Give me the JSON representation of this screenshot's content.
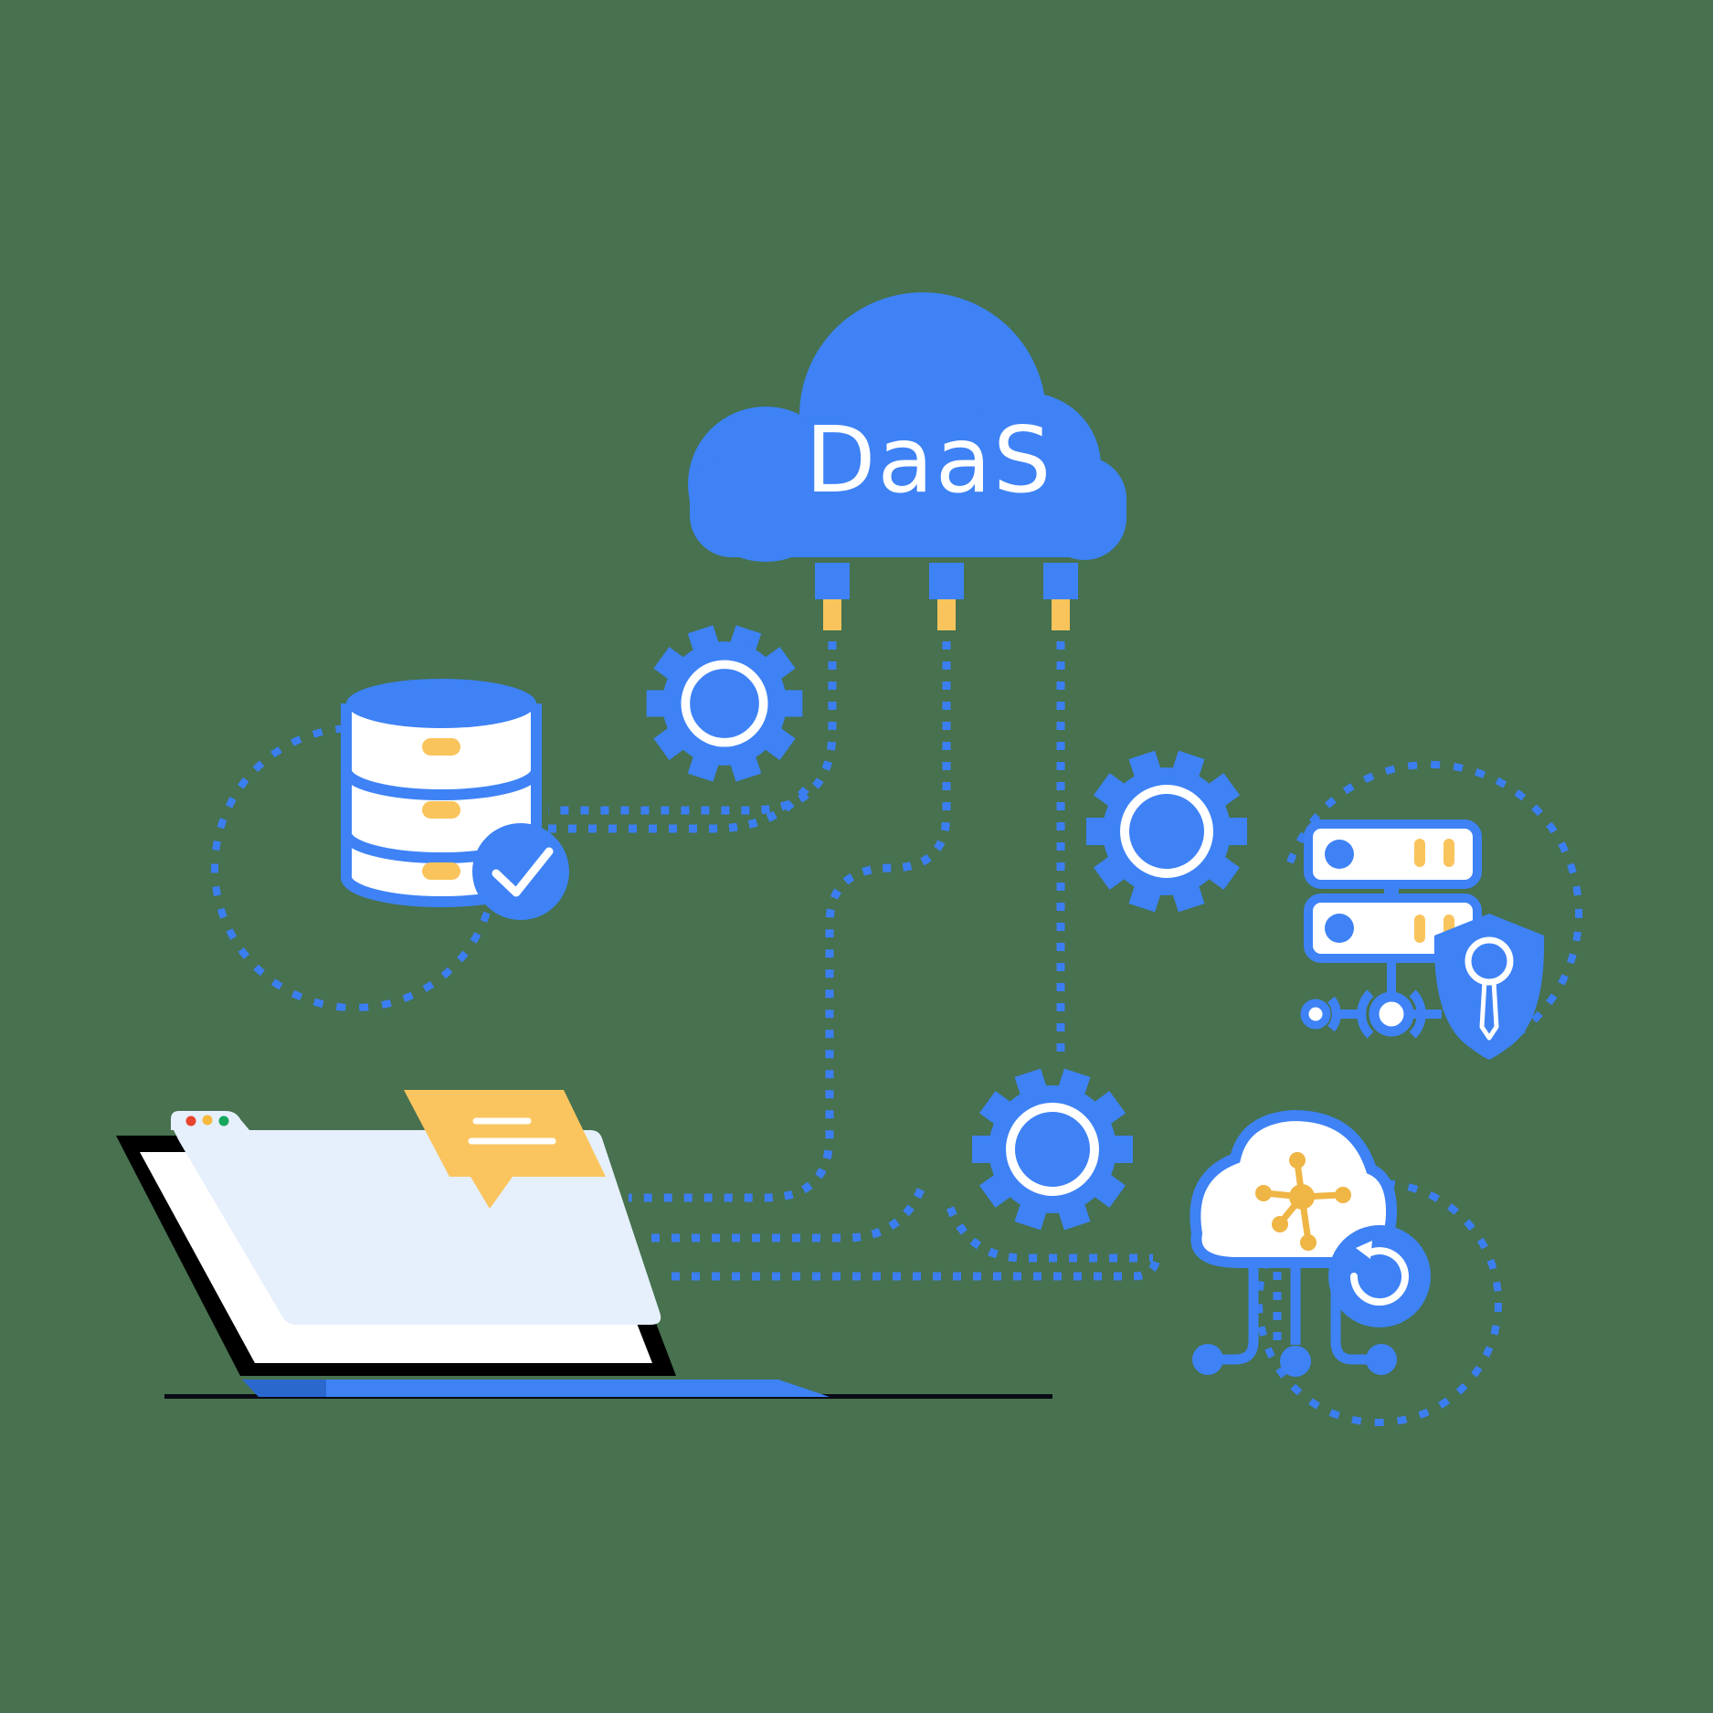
{
  "illustration": {
    "title": "DaaS",
    "description": "Data-as-a-Service concept illustration: cloud labeled DaaS with three plug connectors feeding dotted circuit lines to a database with checkmark, gears, a secured server rack with shield and key, a sync cloud with network hub and refresh arrow, and a laptop with a browser window and chat bubble",
    "background_color": "#47714F",
    "colors": {
      "primary_blue": "#3E82F5",
      "dark_blue": "#2A68CE",
      "dotted_blue": "#3B7EF1",
      "yellow": "#FAC45C",
      "hub_yellow": "#EFB545",
      "bubble_yellow": "#FAC55F",
      "window_blue": "#E6EFFC",
      "white": "#FFFFFF",
      "black": "#000000",
      "traffic_red": "#E8432D",
      "traffic_yellow": "#F6B93F",
      "traffic_green": "#16A75C"
    },
    "icons": [
      "daas-cloud",
      "cloud-plug x3",
      "gear-icon x3",
      "database-icon",
      "check-icon",
      "server-rack-icon",
      "shield-key-icon",
      "cloud-sync-icon",
      "network-hub-icon",
      "refresh-icon",
      "laptop",
      "browser-window",
      "traffic-light-dots",
      "chat-bubble-icon"
    ]
  }
}
